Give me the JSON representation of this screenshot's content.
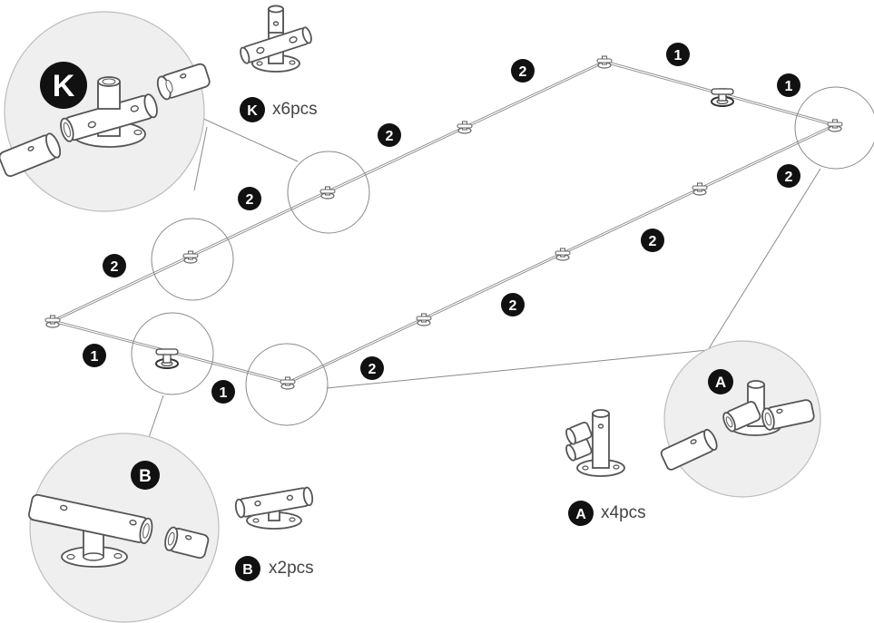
{
  "colors": {
    "badge_fill": "#111111",
    "badge_text": "#ffffff",
    "frame_line": "#8a8a8a",
    "callout_fill": "#eeeeee",
    "outline": "#555555",
    "label_text": "#444444"
  },
  "parts": {
    "K": {
      "badge": "K",
      "count": "x6pcs"
    },
    "A": {
      "badge": "A",
      "count": "x4pcs"
    },
    "B": {
      "badge": "B",
      "count": "x2pcs"
    }
  },
  "segment_badges": {
    "one": "1",
    "two": "2"
  },
  "icons": [
    "connector-k-icon",
    "connector-a-icon",
    "connector-b-icon",
    "pipe-icon",
    "foot-plate-icon"
  ]
}
